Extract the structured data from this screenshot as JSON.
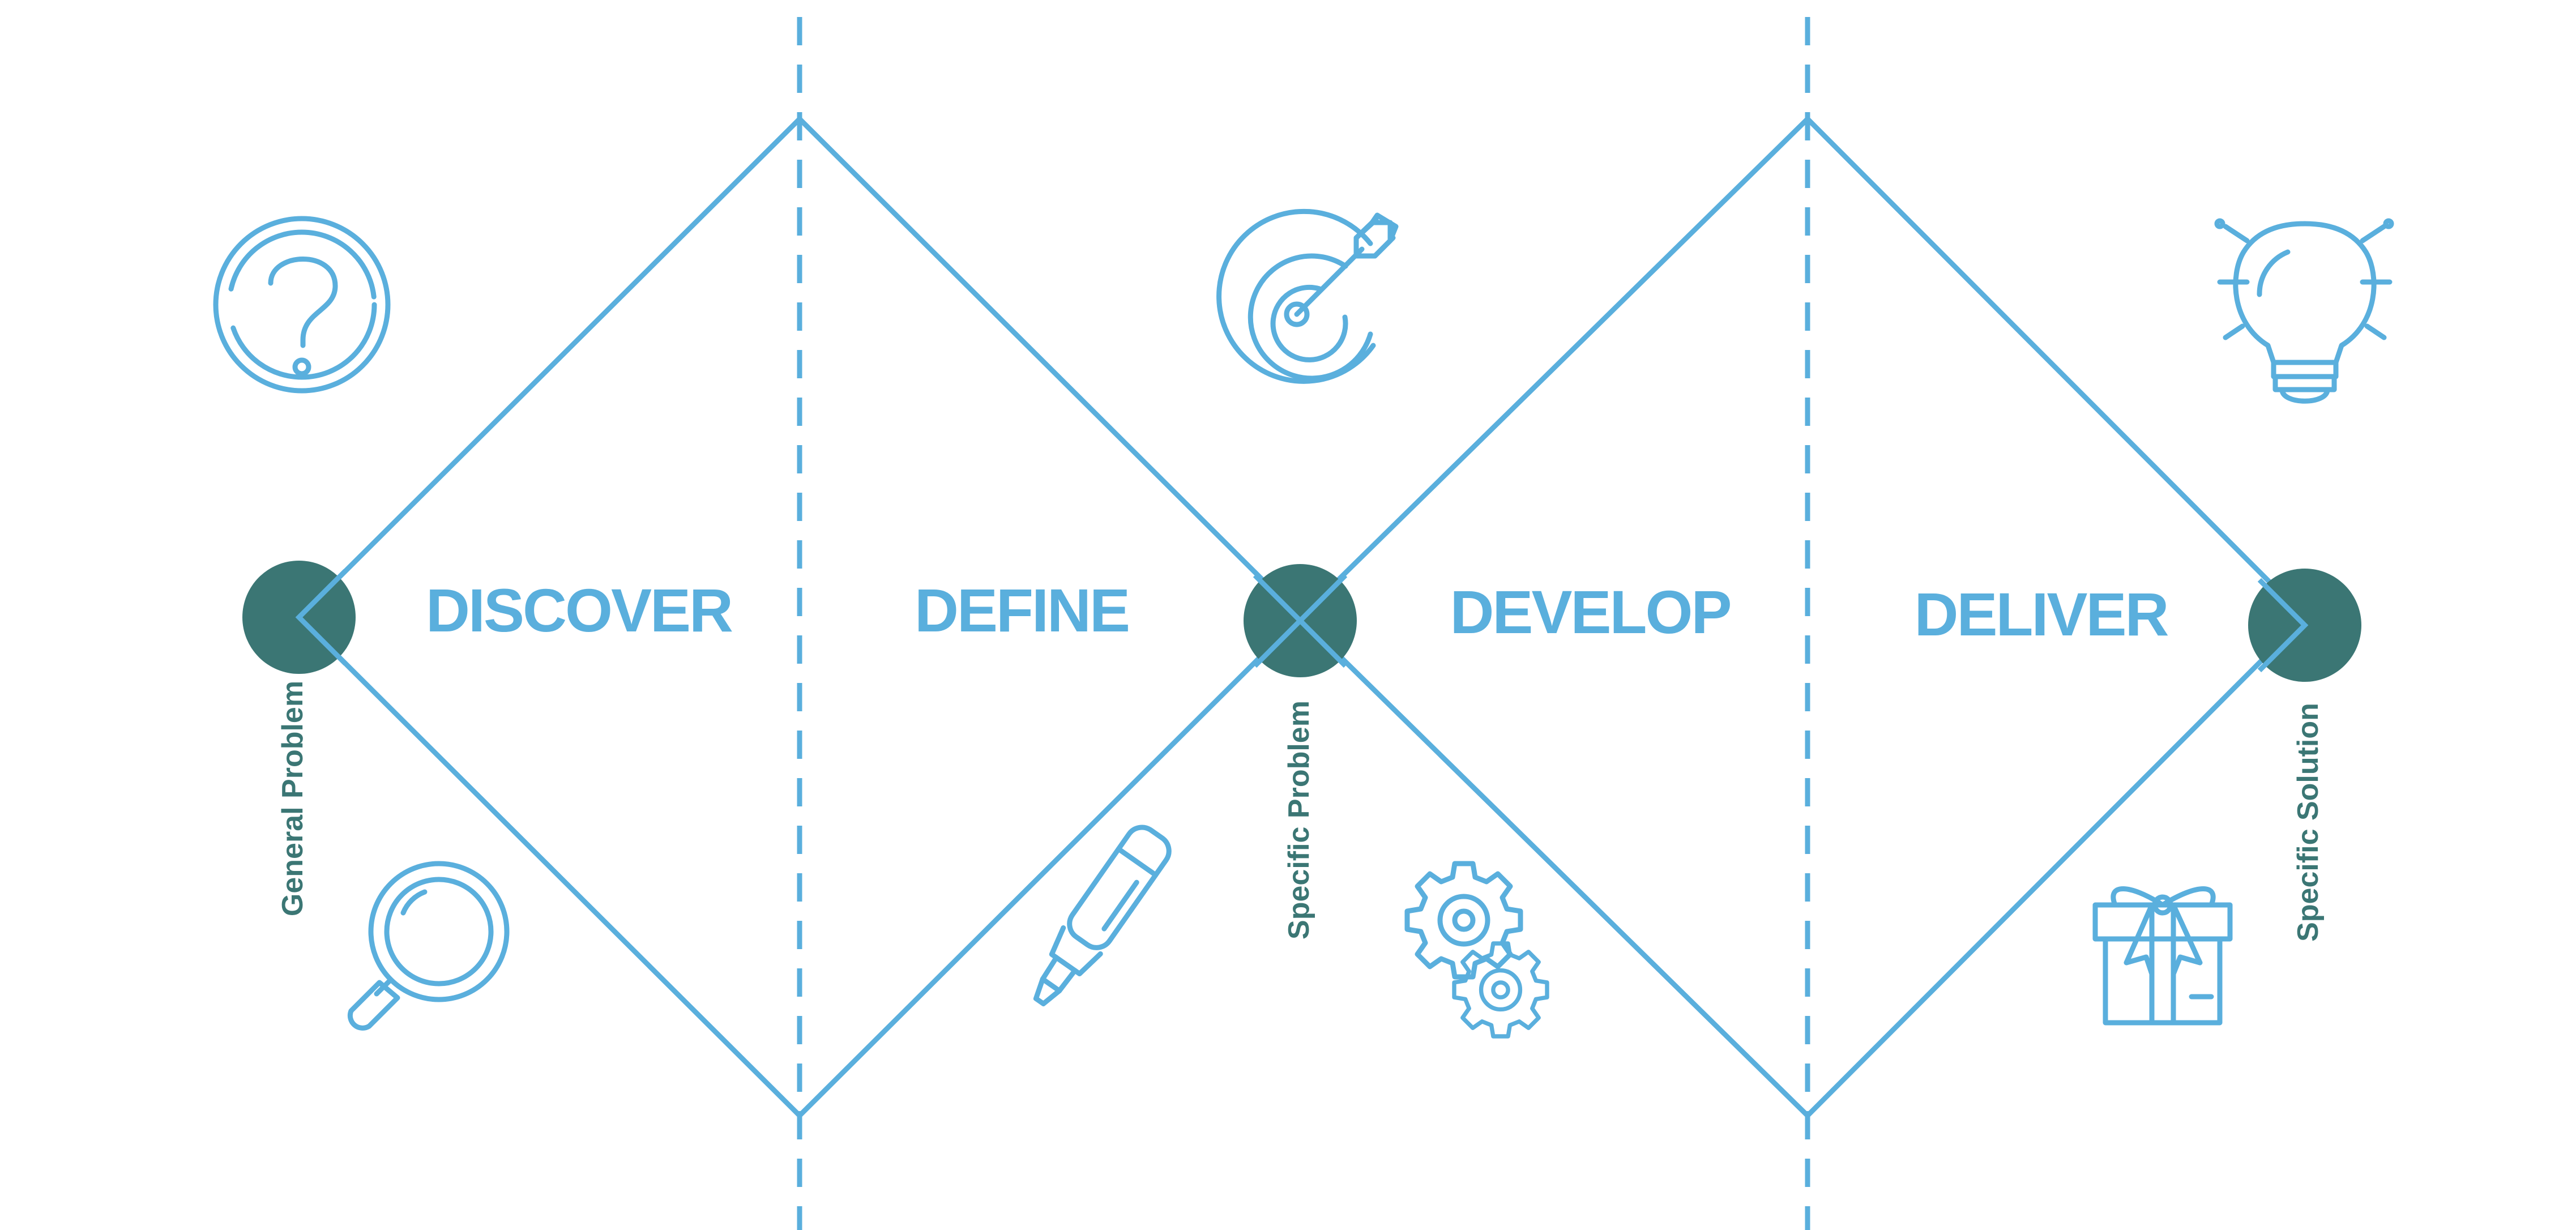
{
  "colors": {
    "line": "#5AAFDD",
    "node": "#3B7674",
    "phase_text": "#5AAFDD",
    "node_text": "#3B7674",
    "background": "#FFFFFF"
  },
  "phases": [
    {
      "label": "DISCOVER"
    },
    {
      "label": "DEFINE"
    },
    {
      "label": "DEVELOP"
    },
    {
      "label": "DELIVER"
    }
  ],
  "nodes": [
    {
      "label": "General Problem"
    },
    {
      "label": "Specific Problem"
    },
    {
      "label": "Specific Solution"
    }
  ],
  "icons": [
    {
      "name": "question-mark-icon"
    },
    {
      "name": "magnifying-glass-icon"
    },
    {
      "name": "target-arrow-icon"
    },
    {
      "name": "highlighter-pen-icon"
    },
    {
      "name": "gears-icon"
    },
    {
      "name": "light-bulb-icon"
    },
    {
      "name": "gift-box-icon"
    }
  ]
}
